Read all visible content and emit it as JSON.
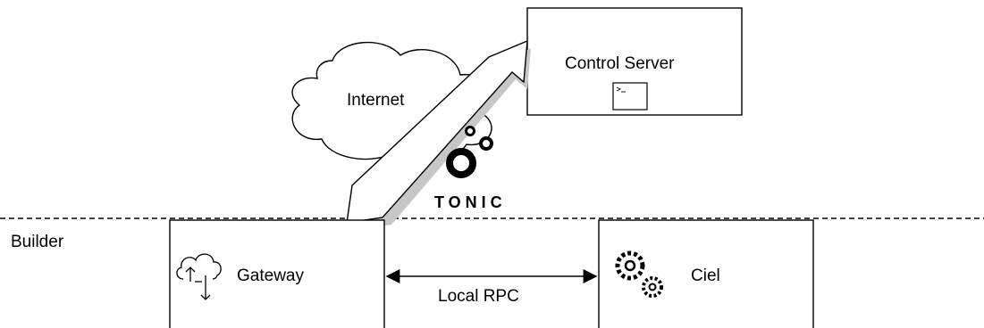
{
  "nodes": {
    "control_server": {
      "label": "Control Server"
    },
    "internet": {
      "label": "Internet"
    },
    "gateway": {
      "label": "Gateway"
    },
    "ciel": {
      "label": "Ciel"
    }
  },
  "zones": {
    "builder": {
      "label": "Builder"
    }
  },
  "edges": {
    "local_rpc": {
      "label": "Local RPC"
    }
  },
  "logo": {
    "text": "TONIC"
  },
  "icons": {
    "control_server": "terminal-icon",
    "gateway": "cloud-upload-download-icon",
    "ciel": "gears-icon",
    "logo": "tonic-logo"
  }
}
